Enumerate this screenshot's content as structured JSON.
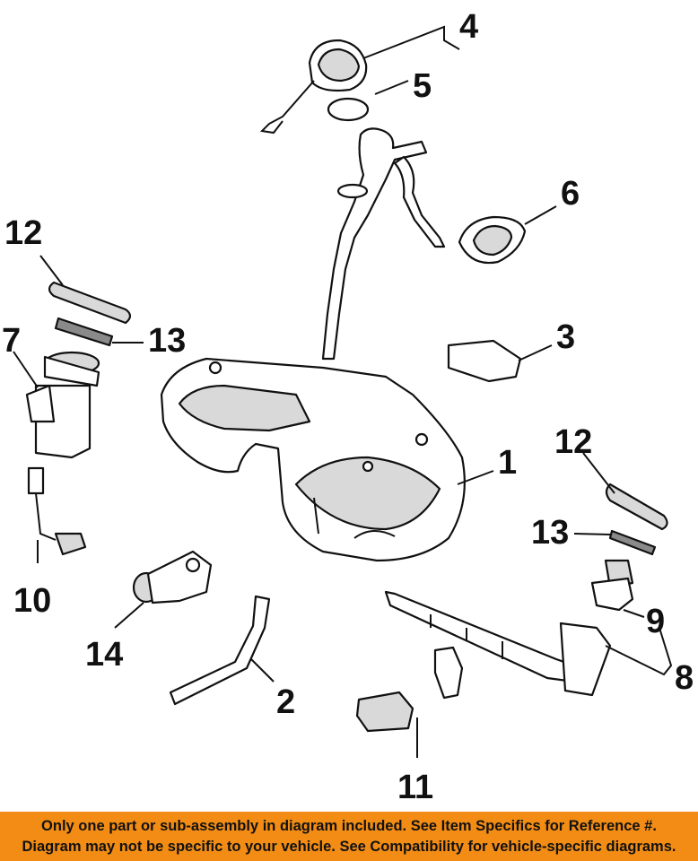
{
  "callouts": [
    {
      "id": "c1",
      "label": "1"
    },
    {
      "id": "c2",
      "label": "2"
    },
    {
      "id": "c3",
      "label": "3"
    },
    {
      "id": "c4",
      "label": "4"
    },
    {
      "id": "c5",
      "label": "5"
    },
    {
      "id": "c6",
      "label": "6"
    },
    {
      "id": "c7",
      "label": "7"
    },
    {
      "id": "c8",
      "label": "8"
    },
    {
      "id": "c9",
      "label": "9"
    },
    {
      "id": "c10",
      "label": "10"
    },
    {
      "id": "c11",
      "label": "11"
    },
    {
      "id": "c12a",
      "label": "12"
    },
    {
      "id": "c12b",
      "label": "12"
    },
    {
      "id": "c13a",
      "label": "13"
    },
    {
      "id": "c13b",
      "label": "13"
    },
    {
      "id": "c14",
      "label": "14"
    }
  ],
  "banner": {
    "line1": "Only one part or sub-assembly in diagram included. See Item Specifics for Reference #.",
    "line2": "Diagram may not be specific to your vehicle. See Compatibility for vehicle-specific diagrams.",
    "color": "#f28c14"
  }
}
